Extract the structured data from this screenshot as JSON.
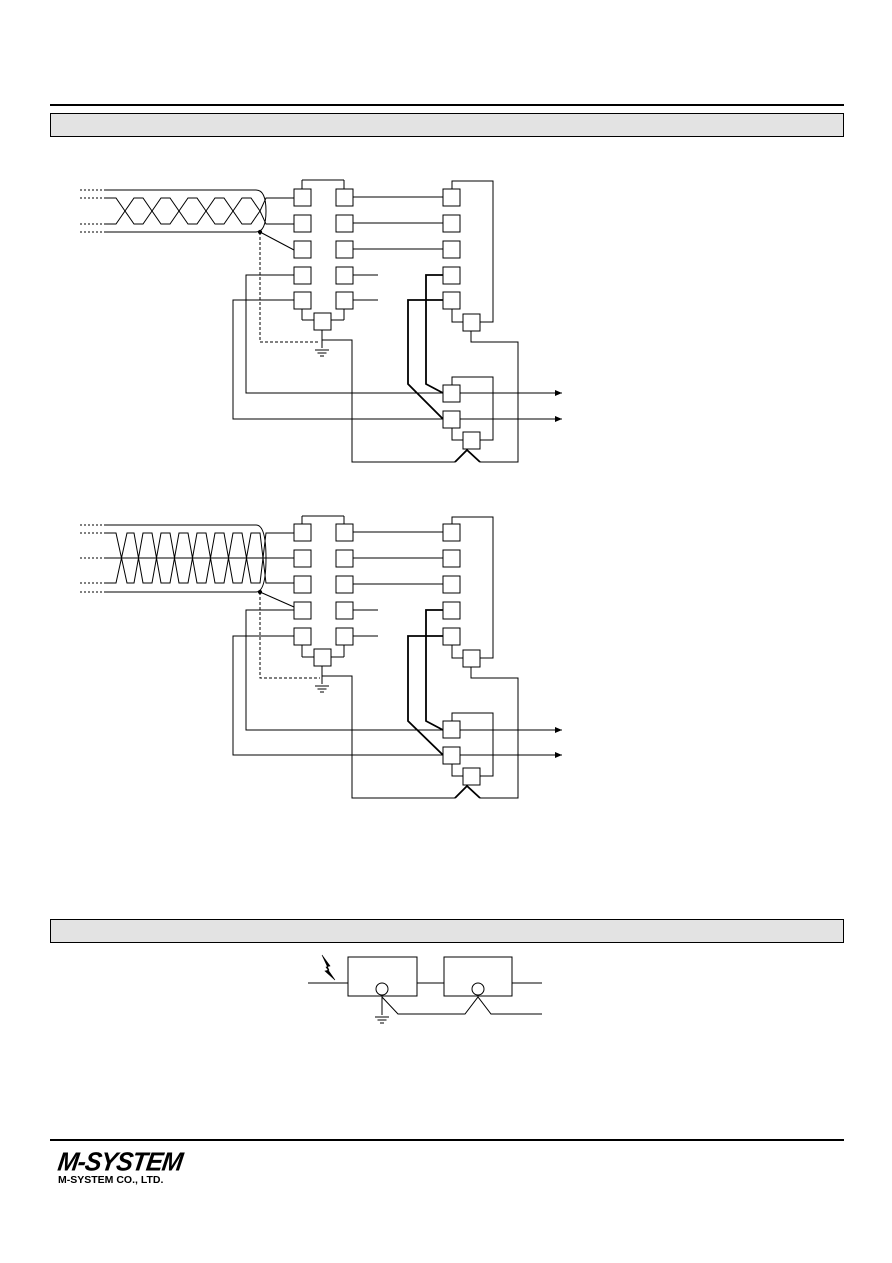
{
  "sections": [
    {
      "id": "wiring",
      "title": ""
    },
    {
      "id": "lightning",
      "title": ""
    }
  ],
  "diagrams": [
    {
      "name": "two-wire-connection",
      "pairs": 1
    },
    {
      "name": "four-wire-connection",
      "pairs": 2
    }
  ],
  "footer": {
    "brand": "M-SYSTEM",
    "company": "M-SYSTEM CO., LTD."
  },
  "colors": {
    "line": "#000000",
    "bar": "#e3e3e3"
  }
}
